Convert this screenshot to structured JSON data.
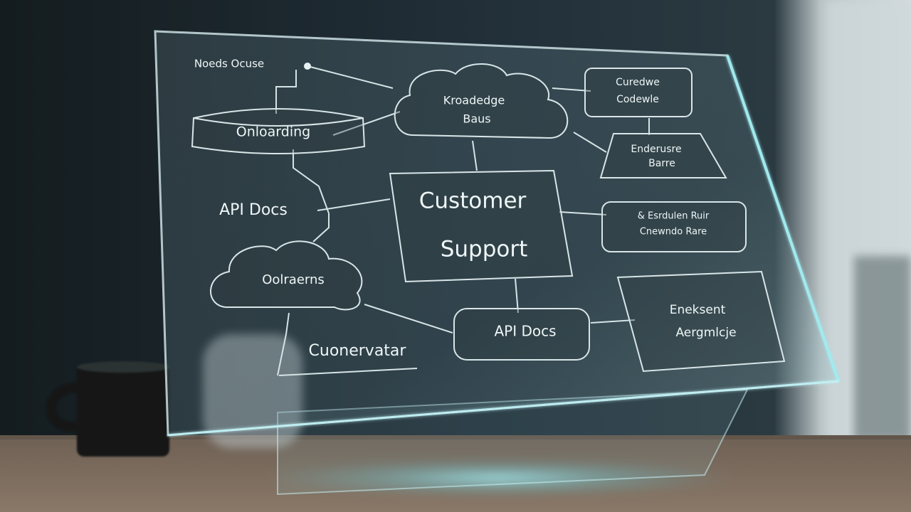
{
  "scene": {
    "description_free": true,
    "colors": {
      "wall_dark": "#1c2629",
      "wall_light": "#c9d2d3",
      "desk": "#7a6a5c",
      "glass_glow": "#9fe6ea",
      "line": "#d9e6e8",
      "text": "#eef6f7"
    }
  },
  "diagram": {
    "top_left_label": "Noeds Ocuse",
    "nodes": {
      "onboarding": "Onloarding",
      "knowledge_base_line1": "Kroadedge",
      "knowledge_base_line2": "Baus",
      "top_right_line1": "Curedwe",
      "top_right_line2": "Codewle",
      "trapezoid_line1": "Enderusre",
      "trapezoid_line2": "Barre",
      "api_docs_left": "API Docs",
      "center_line1": "Customer",
      "center_line2": "Support",
      "right_mid_line1": "& Esrdulen Ruir",
      "right_mid_line2": "Cnewndo Rare",
      "cloud_left": "Oolraerns",
      "api_docs_bottom": "API Docs",
      "bottom_right_line1": "Eneksent",
      "bottom_right_line2": "Aergmlcje",
      "bottom_left": "Cuonervatar"
    }
  }
}
